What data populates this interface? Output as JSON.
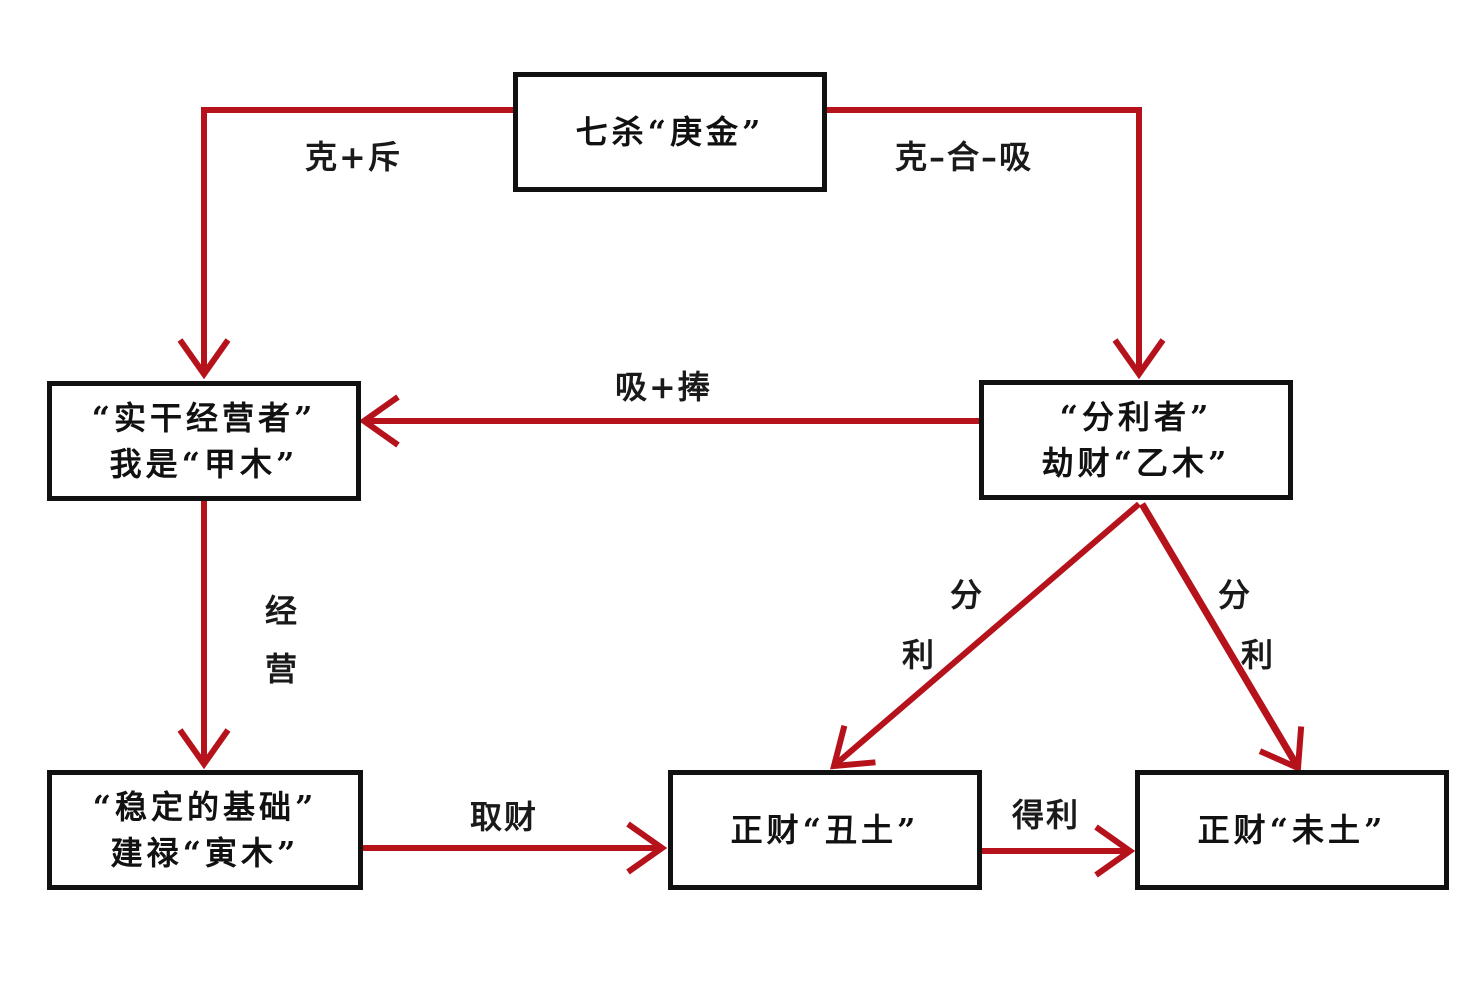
{
  "colors": {
    "arrow": "#b5121b",
    "box_border": "#111111",
    "text": "#111111",
    "background": "#ffffff"
  },
  "boxes": {
    "qisha": {
      "lines": [
        "七杀“庚金”"
      ]
    },
    "jiamu": {
      "lines": [
        "“实干经营者”",
        "我是“甲木”"
      ]
    },
    "yimu": {
      "lines": [
        "“分利者”",
        "劫财“乙木”"
      ]
    },
    "yinmu": {
      "lines": [
        "“稳定的基础”",
        "建禄“寅木”"
      ]
    },
    "choutu": {
      "lines": [
        "正财“丑土”"
      ]
    },
    "weitu": {
      "lines": [
        "正财“未土”"
      ]
    }
  },
  "edges": {
    "qisha_to_jiamu": "克+斥",
    "qisha_to_yimu": "克–合–吸",
    "yimu_to_jiamu": "吸+捧",
    "jiamu_to_yinmu": "经营",
    "yinmu_to_choutu": "取财",
    "yimu_to_choutu_a": "分",
    "yimu_to_choutu_b": "利",
    "yimu_to_weitu_a": "分",
    "yimu_to_weitu_b": "利",
    "choutu_to_weitu": "得利"
  }
}
